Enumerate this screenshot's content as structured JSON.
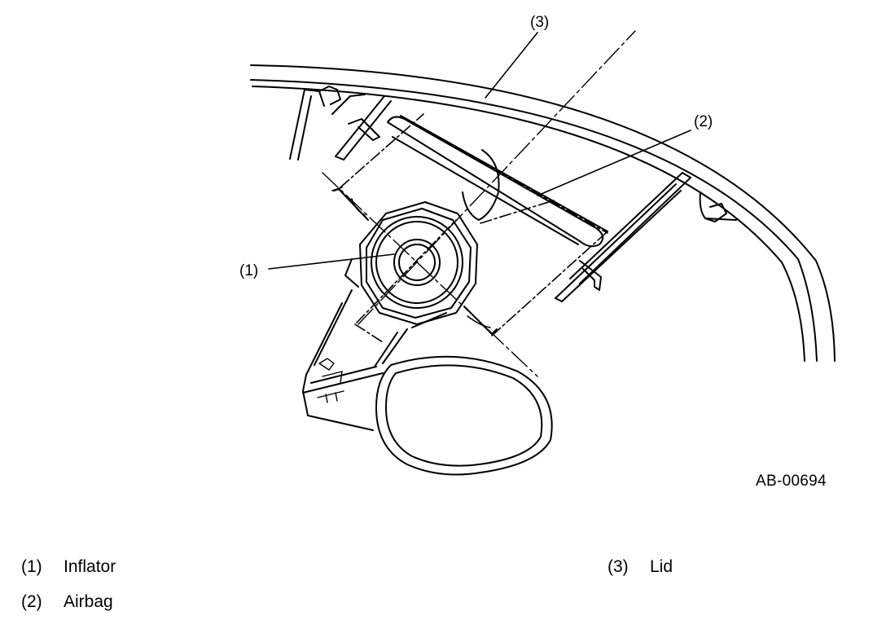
{
  "diagram": {
    "figure_id": "AB-00694",
    "callouts": {
      "c1": "(1)",
      "c2": "(2)",
      "c3": "(3)"
    }
  },
  "legend": [
    {
      "number": "(1)",
      "label": "Inflator"
    },
    {
      "number": "(2)",
      "label": "Airbag"
    },
    {
      "number": "(3)",
      "label": "Lid"
    }
  ]
}
